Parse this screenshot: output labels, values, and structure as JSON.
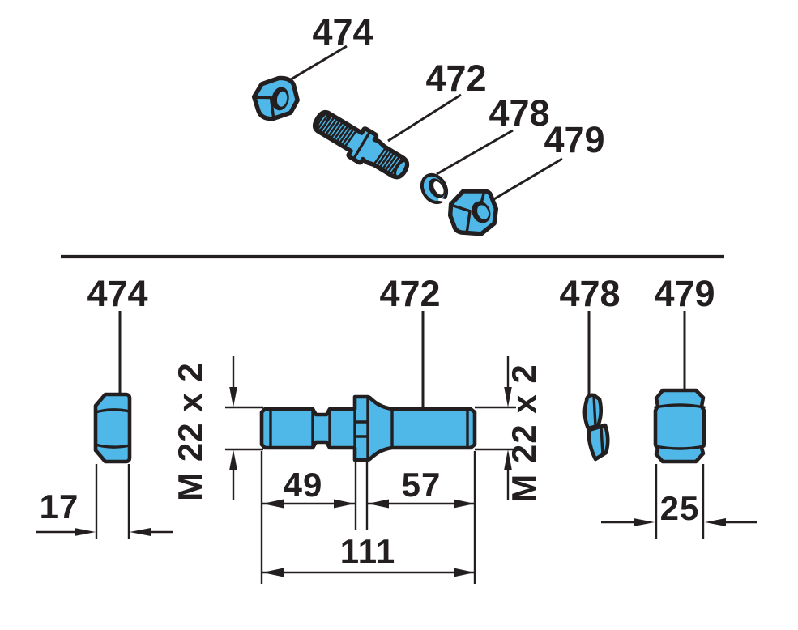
{
  "drawing": {
    "background_color": "#ffffff",
    "part_fill_color": "#4FB8E8",
    "line_color": "#231F20"
  },
  "exploded_view": {
    "labels": {
      "nut_small": "474",
      "stud": "472",
      "washer": "478",
      "nut_large": "479"
    }
  },
  "dimensioned_view": {
    "labels": {
      "nut_small": "474",
      "stud": "472",
      "washer": "478",
      "nut_large": "479"
    },
    "dimensions": {
      "nut_small_width": "17",
      "thread_left_length": "49",
      "thread_right_length": "57",
      "overall_length": "111",
      "nut_large_width": "25",
      "thread_spec_left": "M 22 x 2",
      "thread_spec_right": "M 22 x 2"
    }
  }
}
